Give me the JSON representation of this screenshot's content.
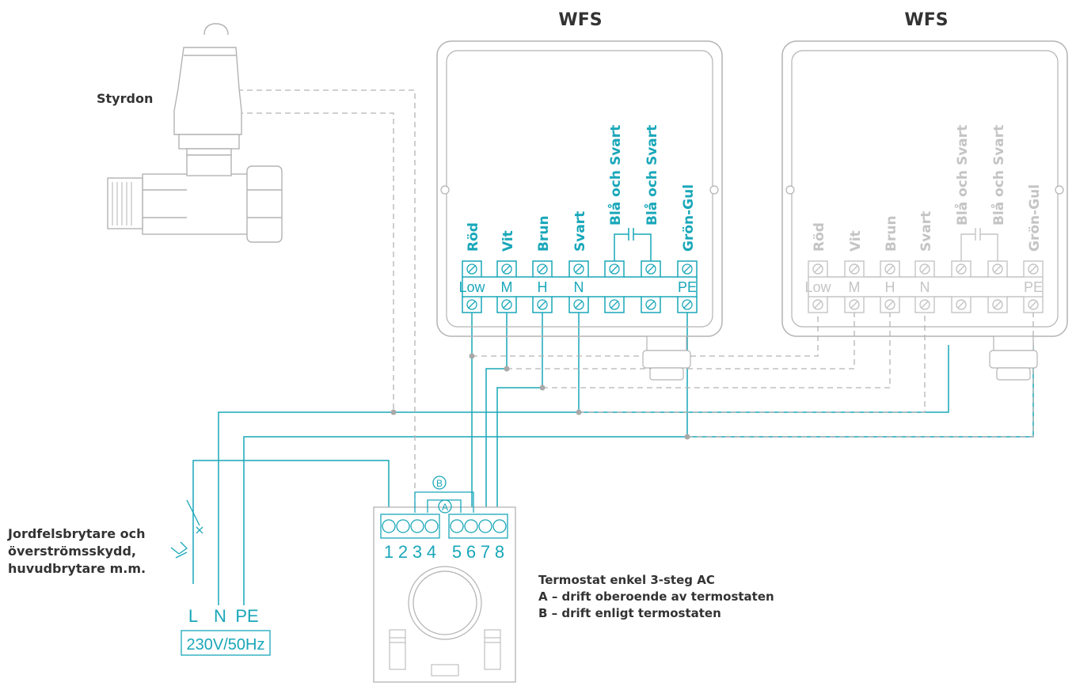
{
  "wfs_units": [
    {
      "title": "WFS",
      "wire_labels": [
        "Röd",
        "Vit",
        "Brun",
        "Svart",
        "Blå och Svart",
        "Blå och Svart",
        "Grön-Gul"
      ],
      "terminal_labels": [
        "Low",
        "M",
        "H",
        "N",
        "PE"
      ],
      "style": "active"
    },
    {
      "title": "WFS",
      "wire_labels": [
        "Röd",
        "Vit",
        "Brun",
        "Svart",
        "Blå och Svart",
        "Blå och Svart",
        "Grön-Gul"
      ],
      "terminal_labels": [
        "Low",
        "M",
        "H",
        "N",
        "PE"
      ],
      "style": "inactive"
    }
  ],
  "actuator": {
    "label": "Styrdon"
  },
  "breaker": {
    "lines": [
      "Jordfelsbrytare och",
      "överströmsskydd,",
      "huvudbrytare m.m."
    ]
  },
  "supply": {
    "terminals": [
      "L",
      "N",
      "PE"
    ],
    "voltage": "230V/50Hz"
  },
  "thermostat": {
    "terminal_numbers": [
      "1",
      "2",
      "3",
      "4",
      "5",
      "6",
      "7",
      "8"
    ],
    "jumper_a": "A",
    "jumper_b": "B",
    "caption": [
      "Termostat enkel 3-steg AC",
      "A – drift oberoende av termostaten",
      "B – drift enligt termostaten"
    ]
  },
  "colors": {
    "active": "#19a7b9",
    "inactive": "#c4c4c4",
    "outline": "#b3b3b3",
    "text": "#333333"
  }
}
